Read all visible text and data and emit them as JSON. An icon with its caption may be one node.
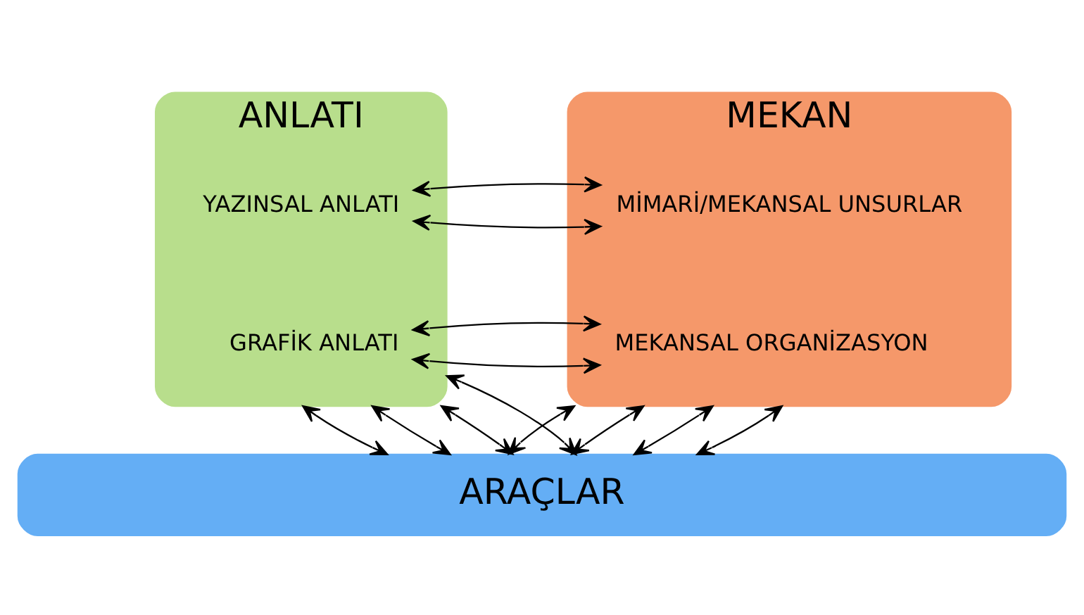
{
  "diagram": {
    "nodes": [
      {
        "text": [
          "ANLATI"
        ]
      },
      {
        "text": [
          "YAZINSAL ANLATI"
        ],
        "in": 0
      },
      {
        "text": [
          "GRAFİK ANLATI"
        ],
        "in": 0
      },
      {
        "text": [
          "MEKAN"
        ]
      },
      {
        "text": [
          "MİMARİ/MEKANSAL UNSURLAR"
        ],
        "in": 3
      },
      {
        "text": [
          "MEKANSAL ORGANİZASYON"
        ],
        "in": 3
      },
      {
        "text": [
          "ARAÇLAR"
        ]
      }
    ],
    "edges": [
      {
        "from": 1,
        "to": 4,
        "arrow": "both"
      },
      {
        "from": 1,
        "to": 4,
        "arrow": "both"
      },
      {
        "from": 2,
        "to": 5,
        "arrow": "both"
      },
      {
        "from": 2,
        "to": 5,
        "arrow": "both"
      },
      {
        "from": 0,
        "to": 6,
        "arrow": "both"
      },
      {
        "from": 0,
        "to": 6,
        "arrow": "both"
      },
      {
        "from": 0,
        "to": 6,
        "arrow": "both"
      },
      {
        "from": 0,
        "to": 6,
        "arrow": "both"
      },
      {
        "from": 3,
        "to": 6,
        "arrow": "both"
      },
      {
        "from": 3,
        "to": 6,
        "arrow": "both"
      },
      {
        "from": 3,
        "to": 6,
        "arrow": "both"
      },
      {
        "from": 3,
        "to": 6,
        "arrow": "both"
      }
    ]
  }
}
